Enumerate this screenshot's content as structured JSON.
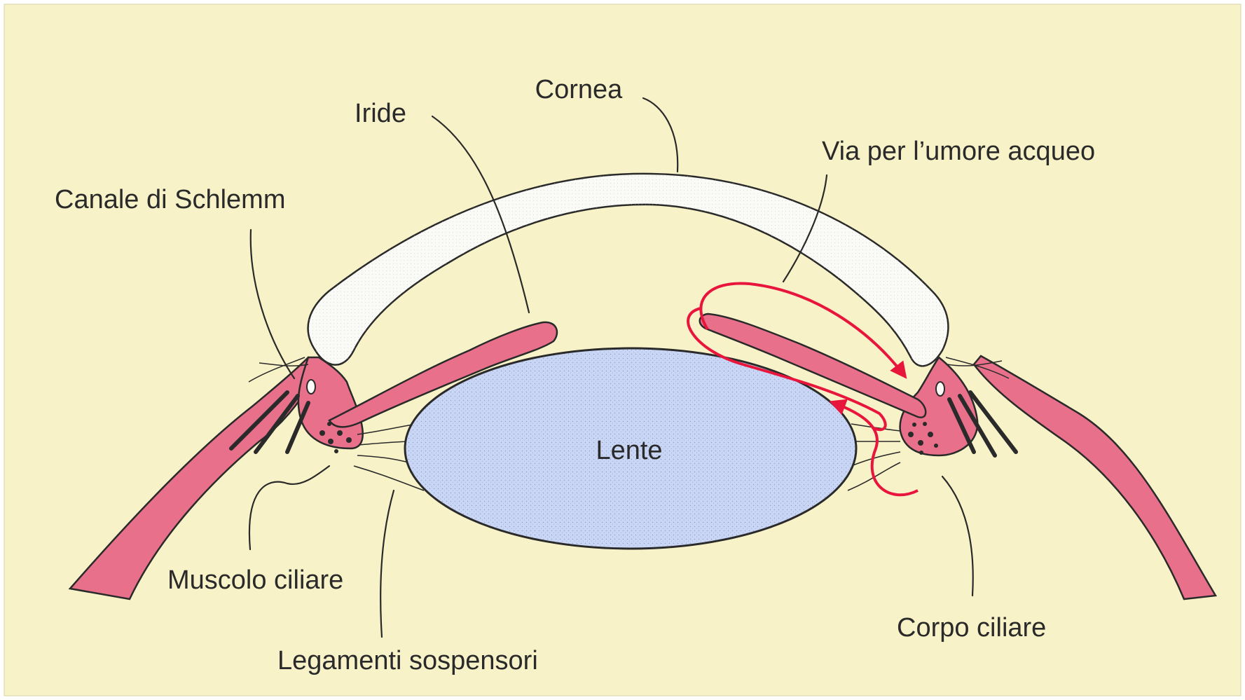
{
  "labels": {
    "cornea": "Cornea",
    "iride": "Iride",
    "canale_schlemm": "Canale di Schlemm",
    "via_umore": "Via per l’umore acqueo",
    "lente": "Lente",
    "muscolo_ciliare": "Muscolo ciliare",
    "legamenti": "Legamenti sospensori",
    "corpo_ciliare": "Corpo ciliare"
  },
  "colors": {
    "background": "#f8f2c8",
    "tissue_pink": "#e8708a",
    "cornea_white": "#fafaf7",
    "lens_blue": "#c9d6f5",
    "arrow_red": "#e8163c",
    "outline": "#2a2a2a"
  }
}
